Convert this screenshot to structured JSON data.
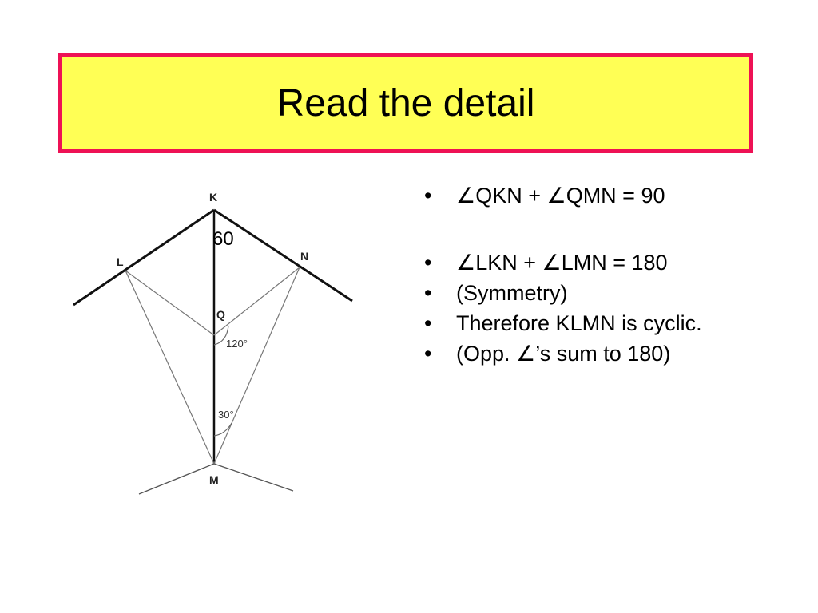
{
  "slide": {
    "title": "Read the detail",
    "colors": {
      "title_background": "#ffff55",
      "title_border": "#ee1155"
    }
  },
  "diagram": {
    "points": {
      "K": "K",
      "L": "L",
      "N": "N",
      "Q": "Q",
      "M": "M"
    },
    "angles": {
      "at_q": "120°",
      "at_m": "30°"
    },
    "overlay_value": "60"
  },
  "bullets": [
    "∠QKN + ∠QMN = 90",
    "∠LKN + ∠LMN = 180",
    "(Symmetry)",
    "Therefore KLMN is cyclic.",
    "(Opp. ∠’s sum to 180)"
  ]
}
